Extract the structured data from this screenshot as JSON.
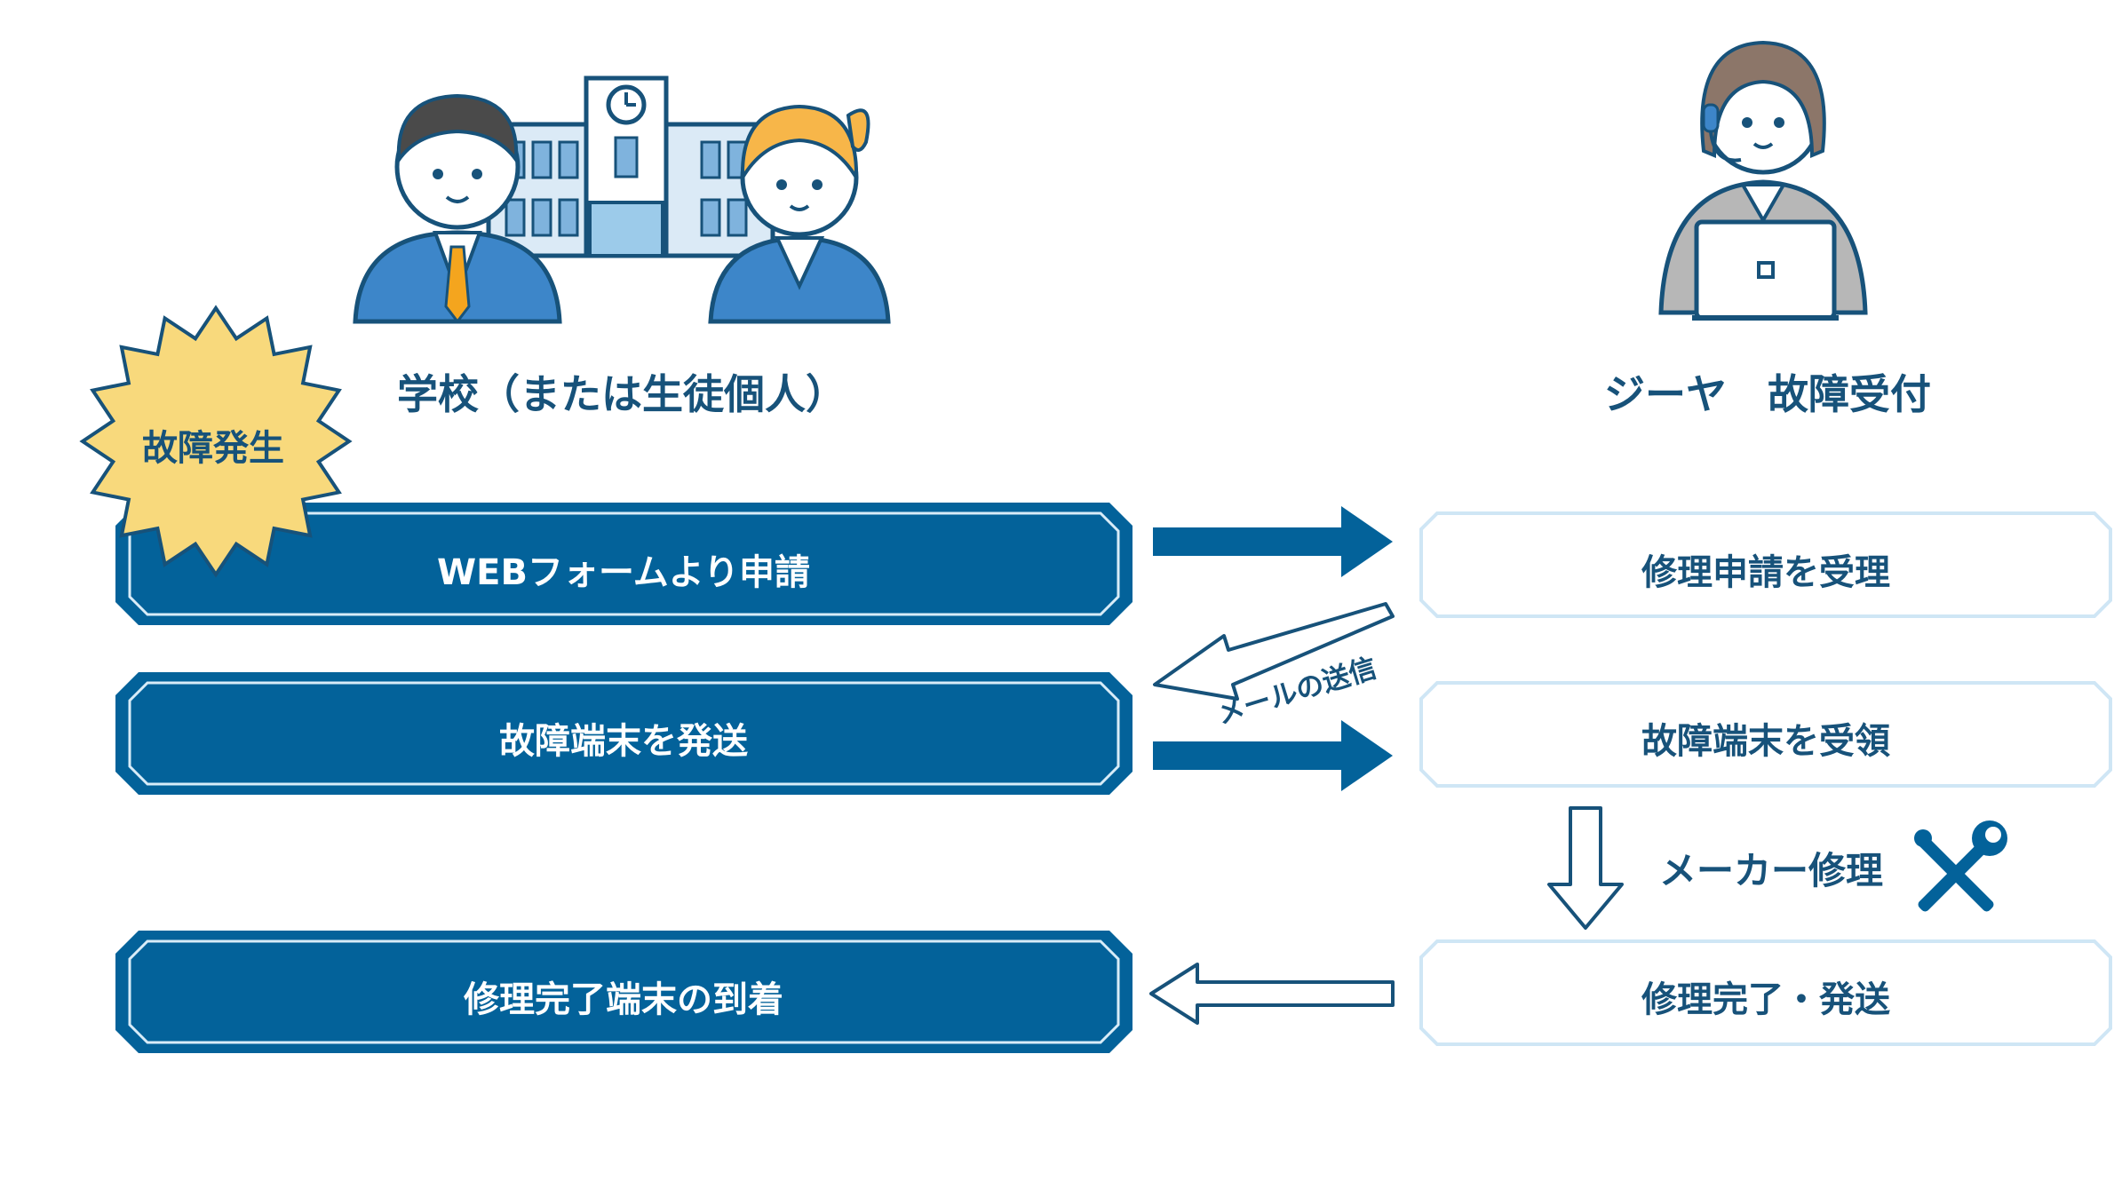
{
  "headings": {
    "school": "学校（または生徒個人）",
    "reception": "ジーヤ　故障受付"
  },
  "badge": {
    "label": "故障発生"
  },
  "school_steps": [
    "WEBフォームより申請",
    "故障端末を発送",
    "修理完了端末の到着"
  ],
  "reception_steps": [
    "修理申請を受理",
    "故障端末を受領",
    "修理完了・発送"
  ],
  "arrow_labels": {
    "mail": "メールの送信",
    "maker_repair": "メーカー修理"
  },
  "icons": [
    "school-building-icon",
    "male-student-icon",
    "female-student-icon",
    "operator-with-laptop-icon",
    "wrench-screwdriver-icon"
  ],
  "colors": {
    "dark_box": "#03629a",
    "light_border": "#cfe6f5",
    "text_dark": "#17527a",
    "burst": "#f8d97c",
    "arrow": "#03629a"
  }
}
